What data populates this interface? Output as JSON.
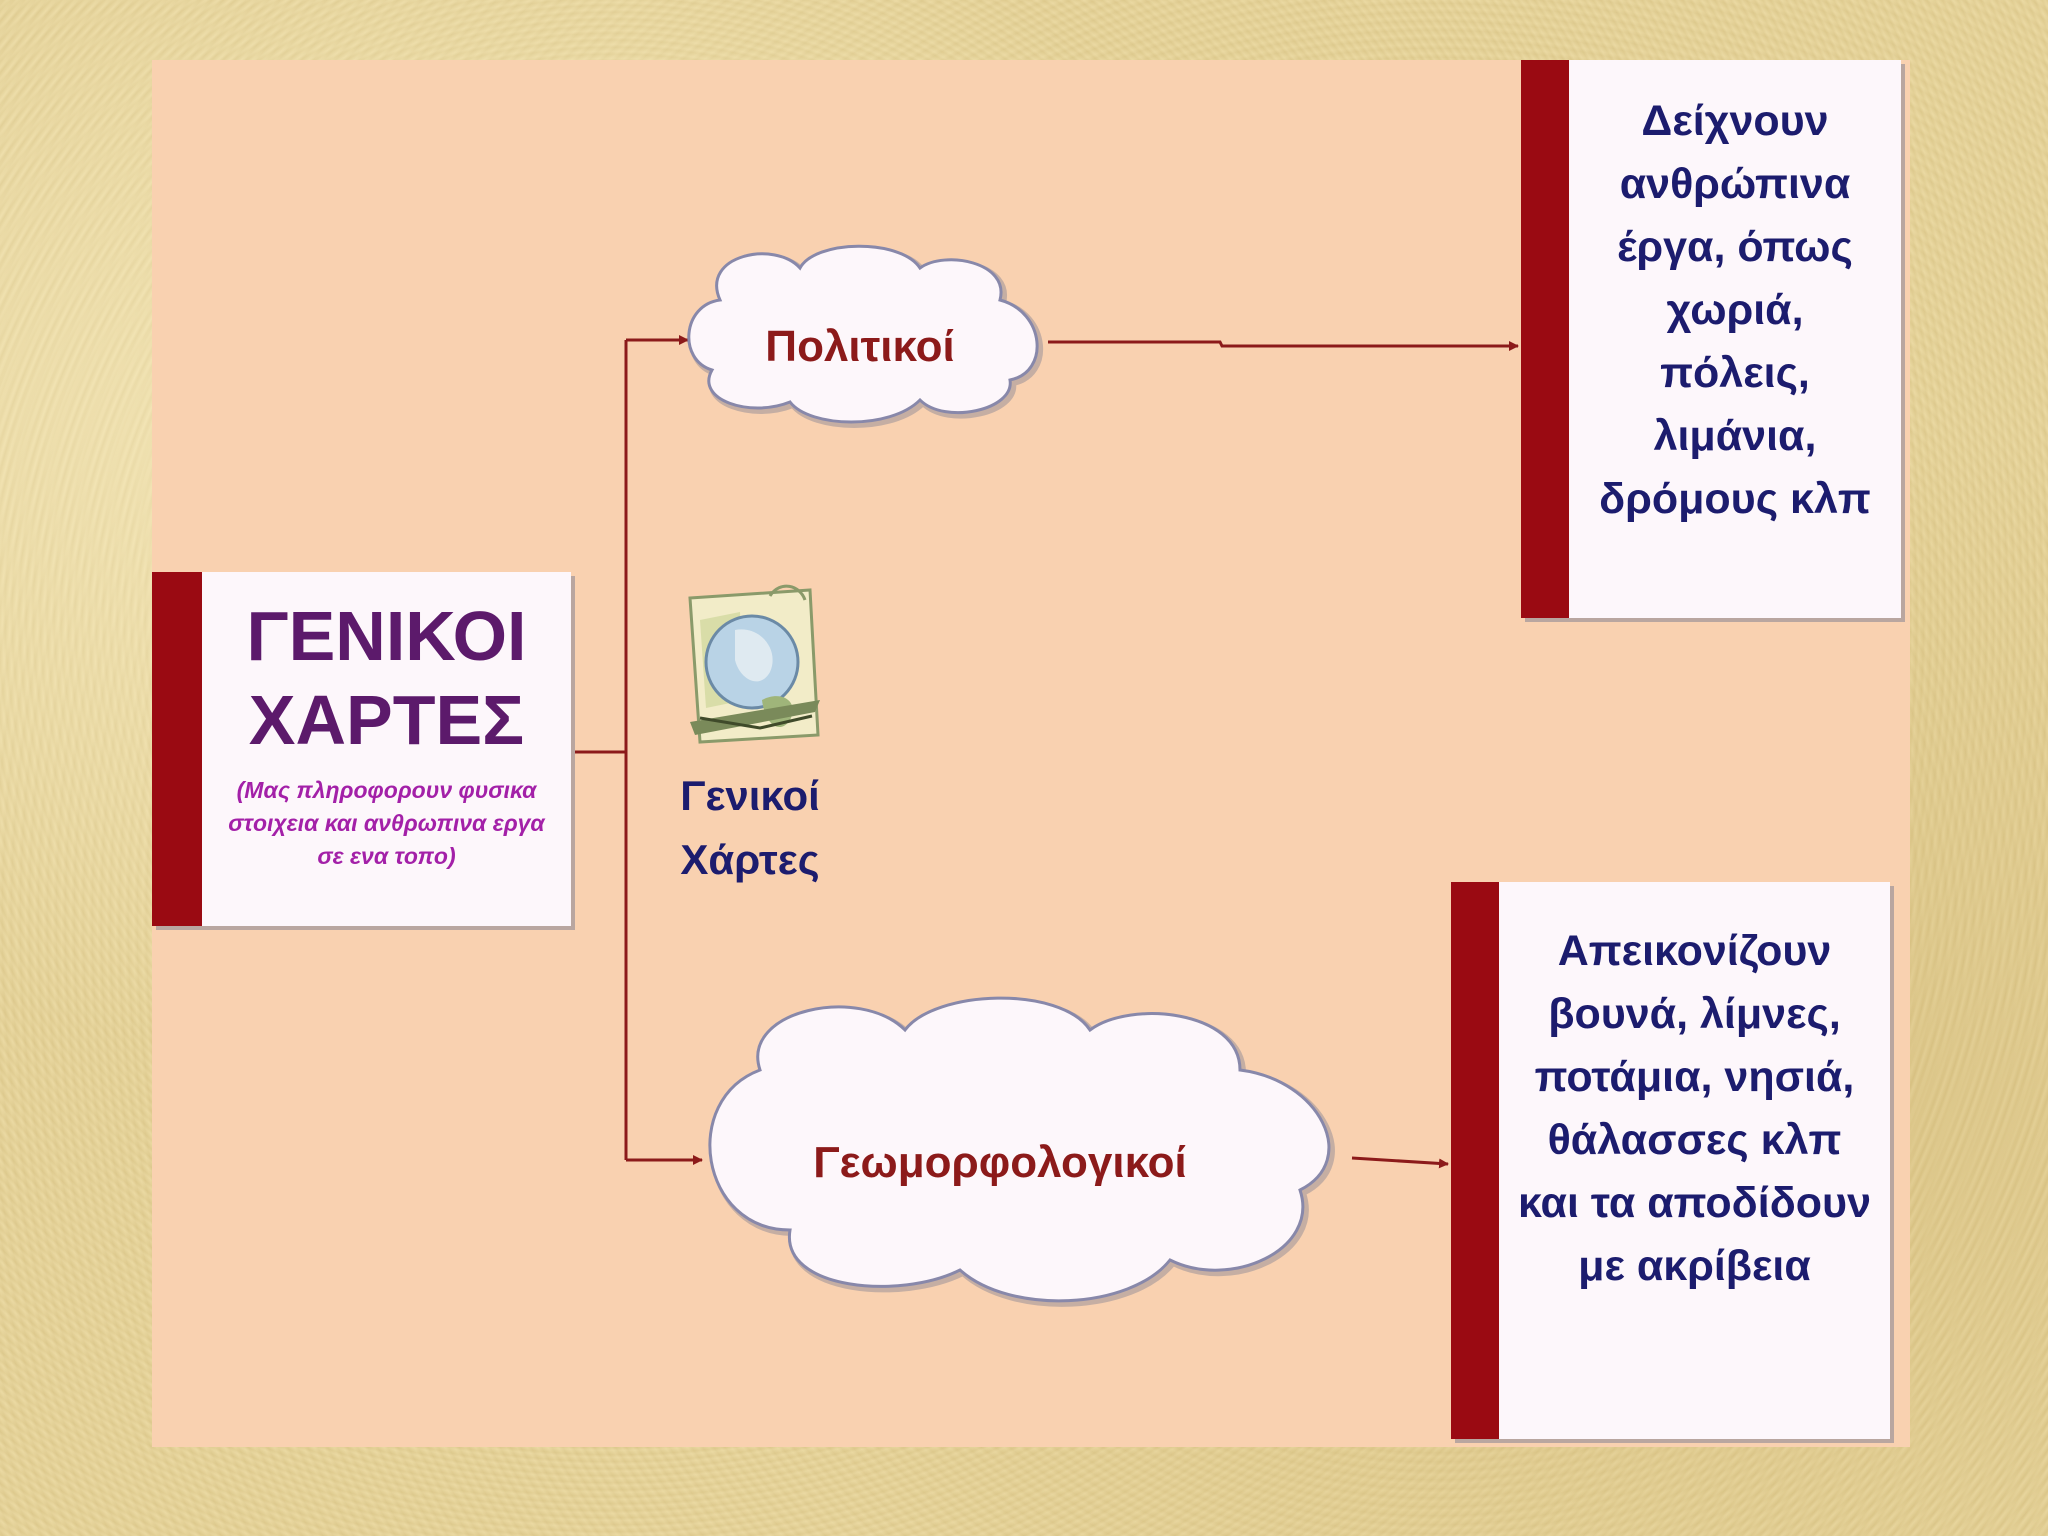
{
  "main": {
    "title_line1": "ΓΕΝΙΚΟΙ",
    "title_line2": "ΧΑΡΤΕΣ",
    "subtitle": "(Μας πληροφορουν φυσικα στοιχεια και ανθρωπινα εργα σε ενα τοπο)"
  },
  "branch_political": {
    "label": "Πολιτικοί",
    "description": "Δείχνουν ανθρώπινα έργα, όπως χωριά, πόλεις, λιμάνια, δρόμους κλπ"
  },
  "branch_geomorph": {
    "label": "Γεωμορφολογικοί",
    "description": "Απεικονίζουν βουνά, λίμνες, ποτάμια, νησιά, θάλασσες κλπ και τα αποδίδουν με ακρίβεια"
  },
  "icon": {
    "name": "globe-map-icon",
    "caption_line1": "Γενικοί",
    "caption_line2": "Χάρτες"
  },
  "colors": {
    "accent_bar": "#9a0a12",
    "panel": "#f9d1b0",
    "connector": "#8c1a1a",
    "title": "#5c1a6b",
    "subtitle": "#a320a8",
    "description": "#1c1c6e"
  }
}
